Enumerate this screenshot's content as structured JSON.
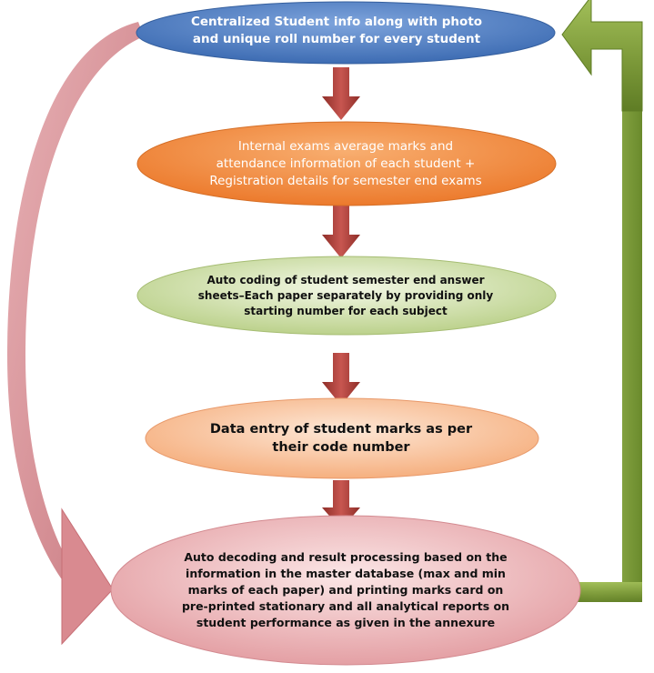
{
  "nodes": [
    {
      "id": "student-info",
      "text": "Centralized Student info along with photo\nand unique roll number for every student"
    },
    {
      "id": "internal-exams",
      "text": "Internal exams average marks and\nattendance information of each student +\nRegistration details for semester end exams"
    },
    {
      "id": "auto-coding",
      "text": "Auto coding of student semester end answer\nsheets–Each paper separately by providing only\nstarting number for each subject"
    },
    {
      "id": "data-entry",
      "text": "Data entry of student marks as per\ntheir code number"
    },
    {
      "id": "auto-decoding",
      "text": "Auto decoding and result processing based on the\ninformation in the master database (max and min\nmarks of each paper) and printing marks card on\npre-printed stationary and all analytical reports on\nstudent performance as given in the annexure"
    }
  ],
  "colors": {
    "node1": "#4a7cc4",
    "node2": "#f0883c",
    "node3": "#c4d896",
    "node4": "#f7b88a",
    "node5": "#e6a4a8",
    "down_arrow": "#b2423c",
    "feedback_arrow": "#7d9a3a",
    "curved_arrow": "#d48a90"
  }
}
